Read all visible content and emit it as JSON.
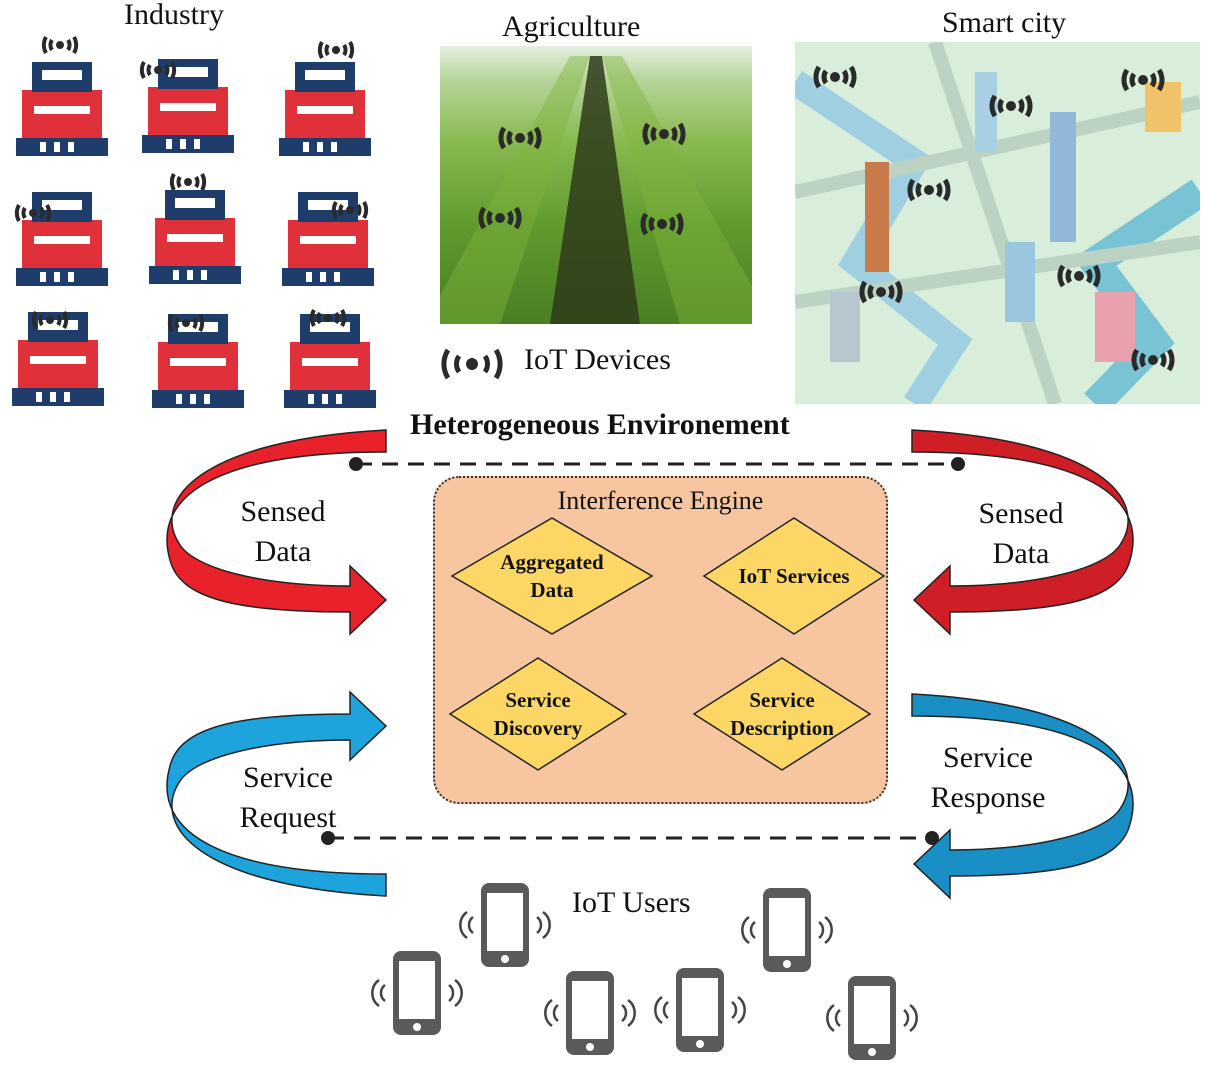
{
  "sections": {
    "industry": "Industry",
    "agriculture": "Agriculture",
    "smart_city": "Smart city"
  },
  "legend": {
    "iot_devices": "IoT Devices"
  },
  "environment_title": "Heterogeneous Environement",
  "arrows": {
    "sensed_left_line1": "Sensed",
    "sensed_left_line2": "Data",
    "sensed_right_line1": "Sensed",
    "sensed_right_line2": "Data",
    "request_line1": "Service",
    "request_line2": "Request",
    "response_line1": "Service",
    "response_line2": "Response"
  },
  "engine": {
    "title": "Interference Engine",
    "aggregated_line1": "Aggregated",
    "aggregated_line2": "Data",
    "iot_services": "IoT Services",
    "discovery_line1": "Service",
    "discovery_line2": "Discovery",
    "description_line1": "Service",
    "description_line2": "Description"
  },
  "users_label": "IoT Users",
  "colors": {
    "red_arrow": "#e8212b",
    "blue_arrow": "#1ea4dc",
    "engine_fill": "#f7c59f",
    "diamond_fill": "#fcd766",
    "navy": "#1f3d6b",
    "industry_red": "#e0303a"
  }
}
